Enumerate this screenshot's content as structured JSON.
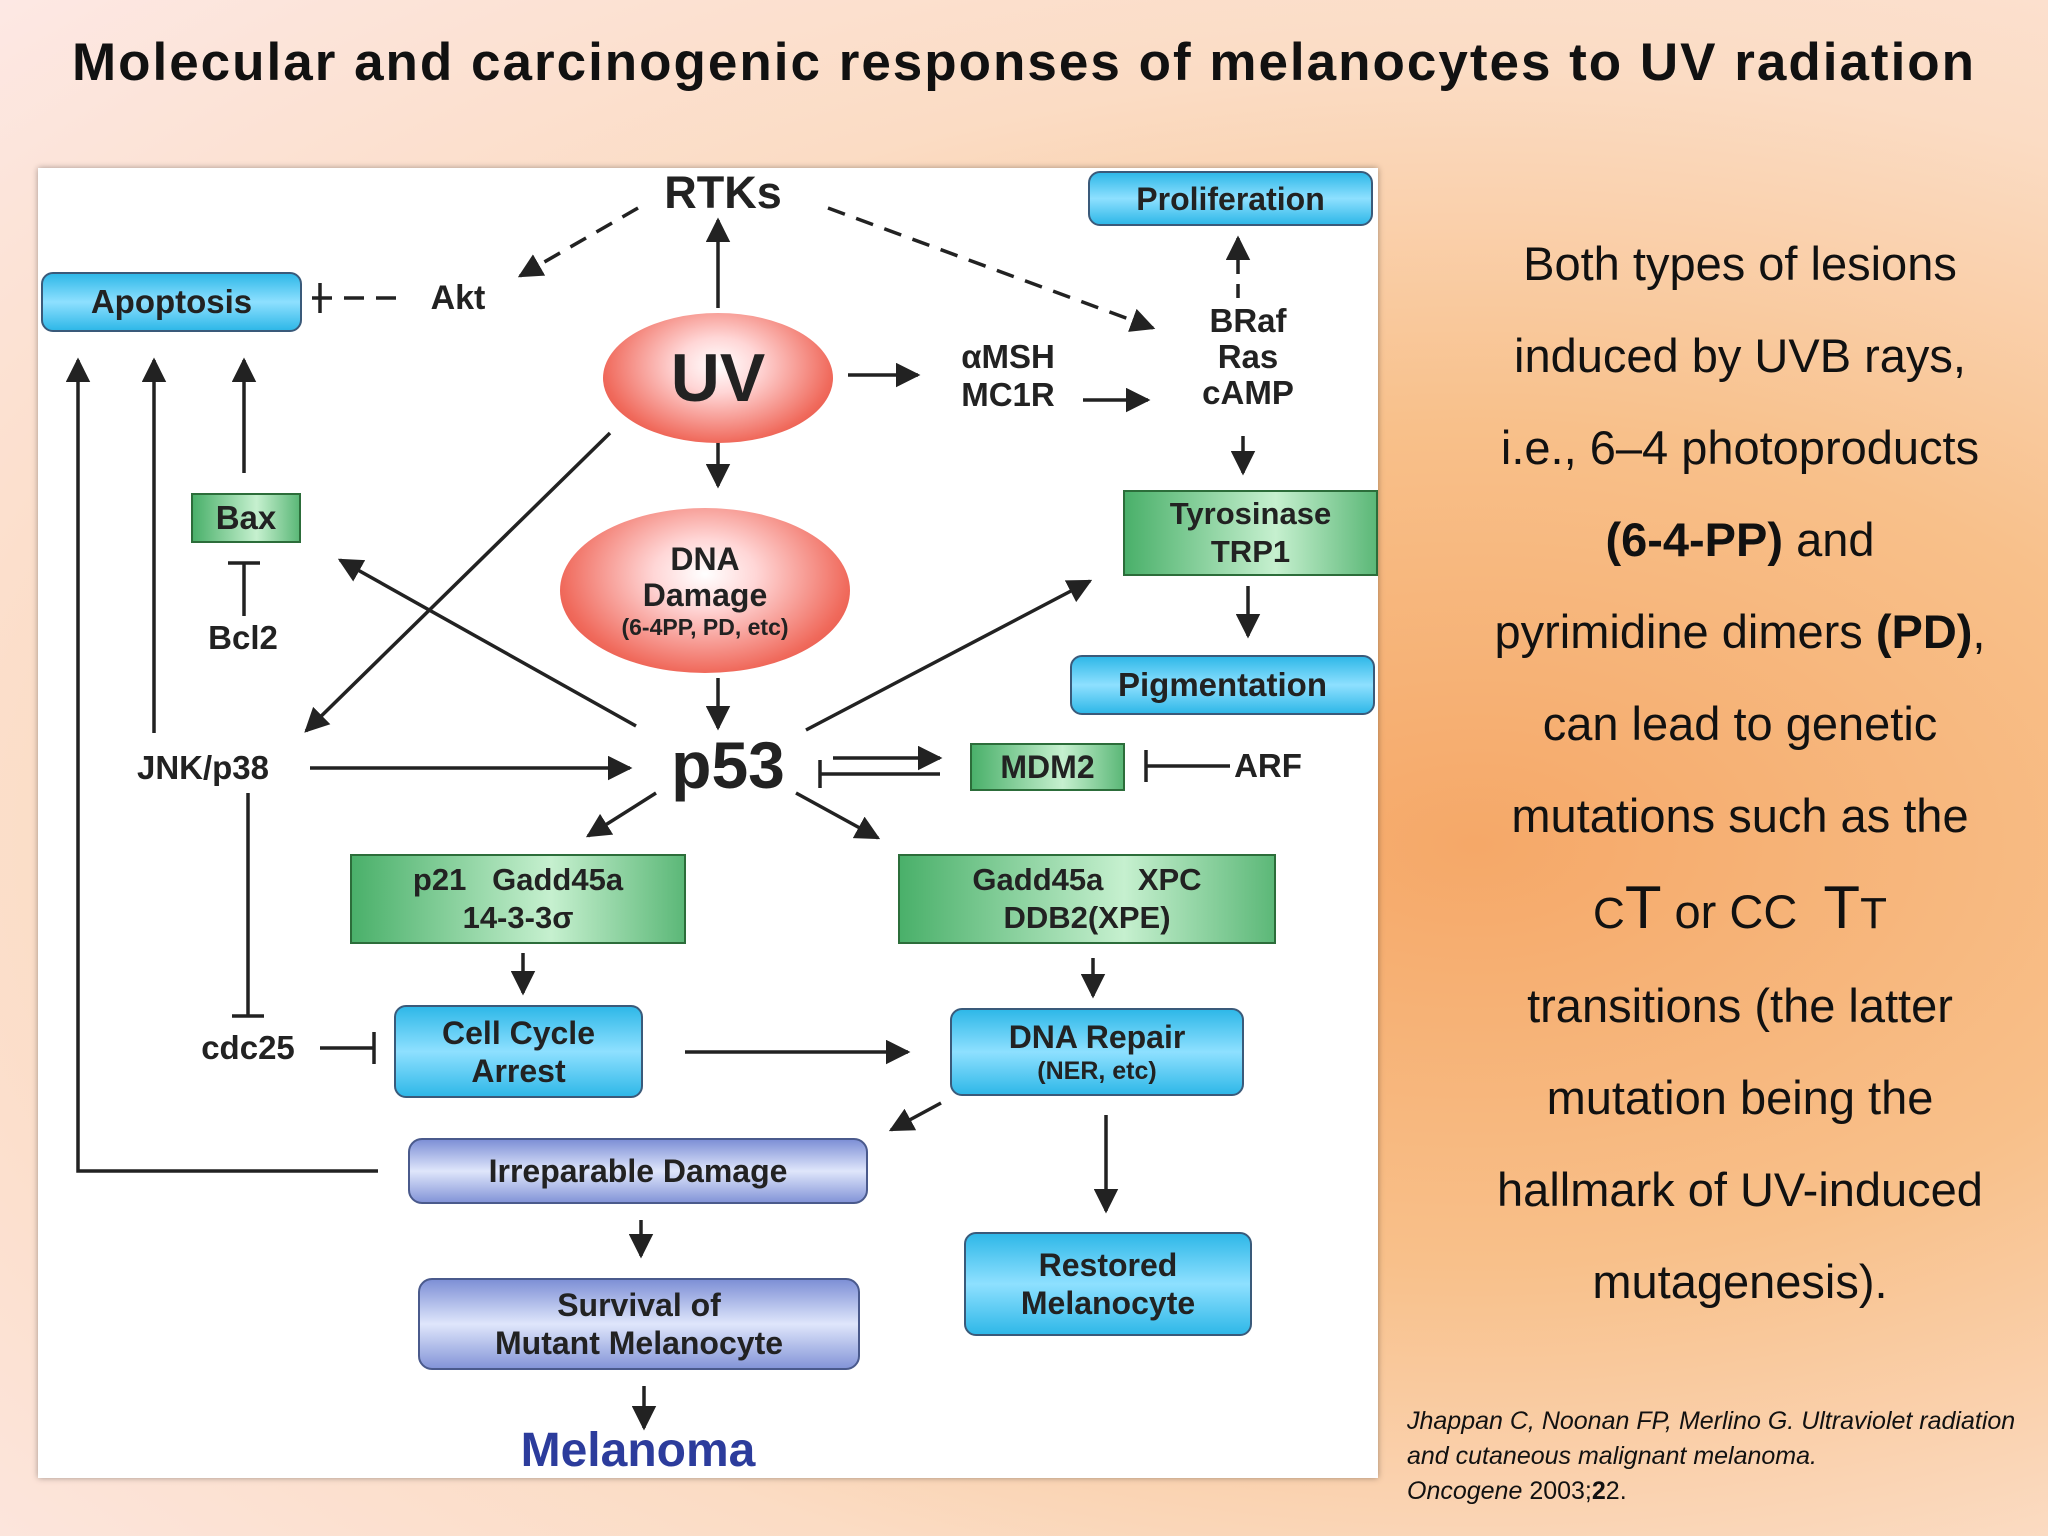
{
  "title": "Molecular and carcinogenic responses of melanocytes to UV radiation",
  "diagram": {
    "rtks": "RTKs",
    "proliferation": "Proliferation",
    "apoptosis": "Apoptosis",
    "akt": "Akt",
    "braf": "BRaf",
    "ras": "Ras",
    "camp": "cAMP",
    "uv": "UV",
    "amsh": "αMSH",
    "mc1r": "MC1R",
    "bax": "Bax",
    "bcl2": "Bcl2",
    "dna_damage_1": "DNA",
    "dna_damage_2": "Damage",
    "dna_damage_3": "(6-4PP, PD, etc)",
    "tyrosinase_1": "Tyrosinase",
    "tyrosinase_2": "TRP1",
    "pigmentation": "Pigmentation",
    "jnk": "JNK/p38",
    "p53": "p53",
    "mdm2": "MDM2",
    "arf": "ARF",
    "p21_box_1": "p21   Gadd45a",
    "p21_box_2": "14-3-3σ",
    "gadd_box_1": "Gadd45a    XPC",
    "gadd_box_2": "DDB2(XPE)",
    "cdc25": "cdc25",
    "cell_cycle_1": "Cell Cycle",
    "cell_cycle_2": "Arrest",
    "dna_repair_1": "DNA Repair",
    "dna_repair_2": "(NER, etc)",
    "irreparable": "Irreparable Damage",
    "restored_1": "Restored",
    "restored_2": "Melanocyte",
    "survival_1": "Survival of",
    "survival_2": "Mutant Melanocyte",
    "melanoma": "Melanoma"
  },
  "right_text": {
    "l1": "Both types of lesions",
    "l2": "induced by UVB rays,",
    "l3": "i.e., 6–4 photoproducts",
    "l4_bold": "(6-4-PP)",
    "l4_rest": " and",
    "l5_start": "pyrimidine dimers ",
    "l5_bold": "(PD)",
    "l5_end": ",",
    "l6": "can lead to genetic",
    "l7": "mutations such as the",
    "l8_c": "C",
    "l8_t": "T",
    "l8_mid": " or CC  ",
    "l8_t2": "T",
    "l8_t3": "T",
    "l9": "transitions (the latter",
    "l10": "mutation being the",
    "l11": "hallmark of UV-induced",
    "l12": "mutagenesis)."
  },
  "citation": {
    "line1": "Jhappan C,  Noonan FP, Merlino G. Ultraviolet radiation and cutaneous malignant melanoma.",
    "journal": "Oncogene",
    "year": " 2003;",
    "vol_bold": "2",
    "vol_rest": "2."
  }
}
